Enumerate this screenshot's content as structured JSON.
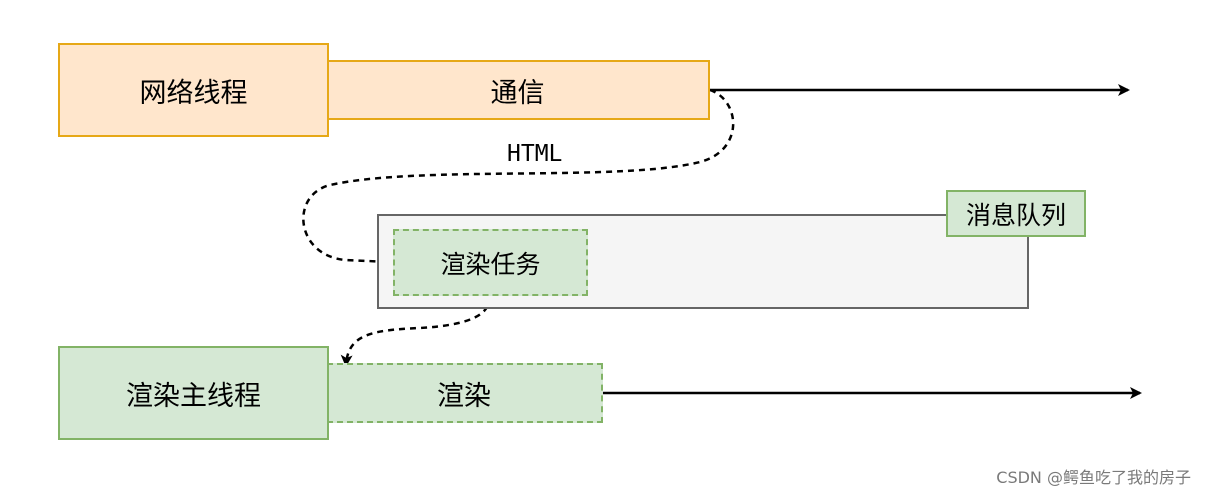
{
  "network_thread": {
    "label": "网络线程"
  },
  "communication": {
    "label": "通信"
  },
  "html_label": "HTML",
  "message_queue": {
    "label": "消息队列"
  },
  "render_task": {
    "label": "渲染任务"
  },
  "render_main_thread": {
    "label": "渲染主线程"
  },
  "render": {
    "label": "渲染"
  },
  "watermark": "CSDN @鳄鱼吃了我的房子",
  "colors": {
    "orange_fill": "#ffe6cc",
    "orange_stroke": "#e6a817",
    "green_fill": "#d5e8d4",
    "green_stroke": "#82b366",
    "gray_fill": "#f5f5f5",
    "gray_stroke": "#666666"
  }
}
